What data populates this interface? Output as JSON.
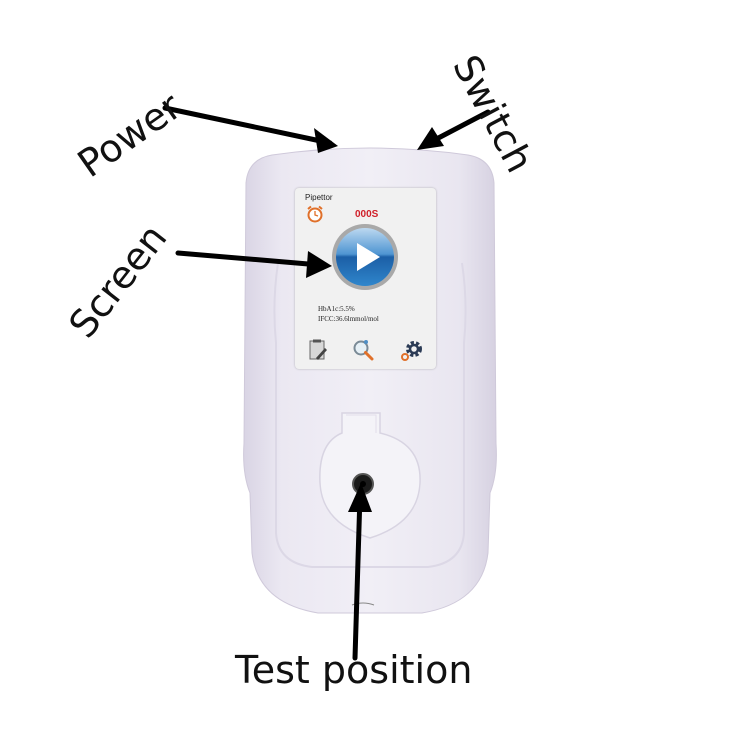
{
  "annotations": {
    "power": "Power",
    "switch": "Switch",
    "screen": "Screen",
    "test_position": "Test position"
  },
  "screen": {
    "title": "Pipettor",
    "timer": "000S",
    "results": {
      "hba1c": "HbA1c:5.5%",
      "ifcc": "IFCC:36.6lmmol/mol"
    },
    "icons": [
      "alarm-clock-icon",
      "play-icon",
      "notepad-icon",
      "search-icon",
      "settings-gear-icon"
    ]
  },
  "colors": {
    "device_body": "#e6e2ee",
    "timer_red": "#d0202a",
    "play_blue": "#1e6fb4",
    "icon_orange": "#e0702a"
  }
}
